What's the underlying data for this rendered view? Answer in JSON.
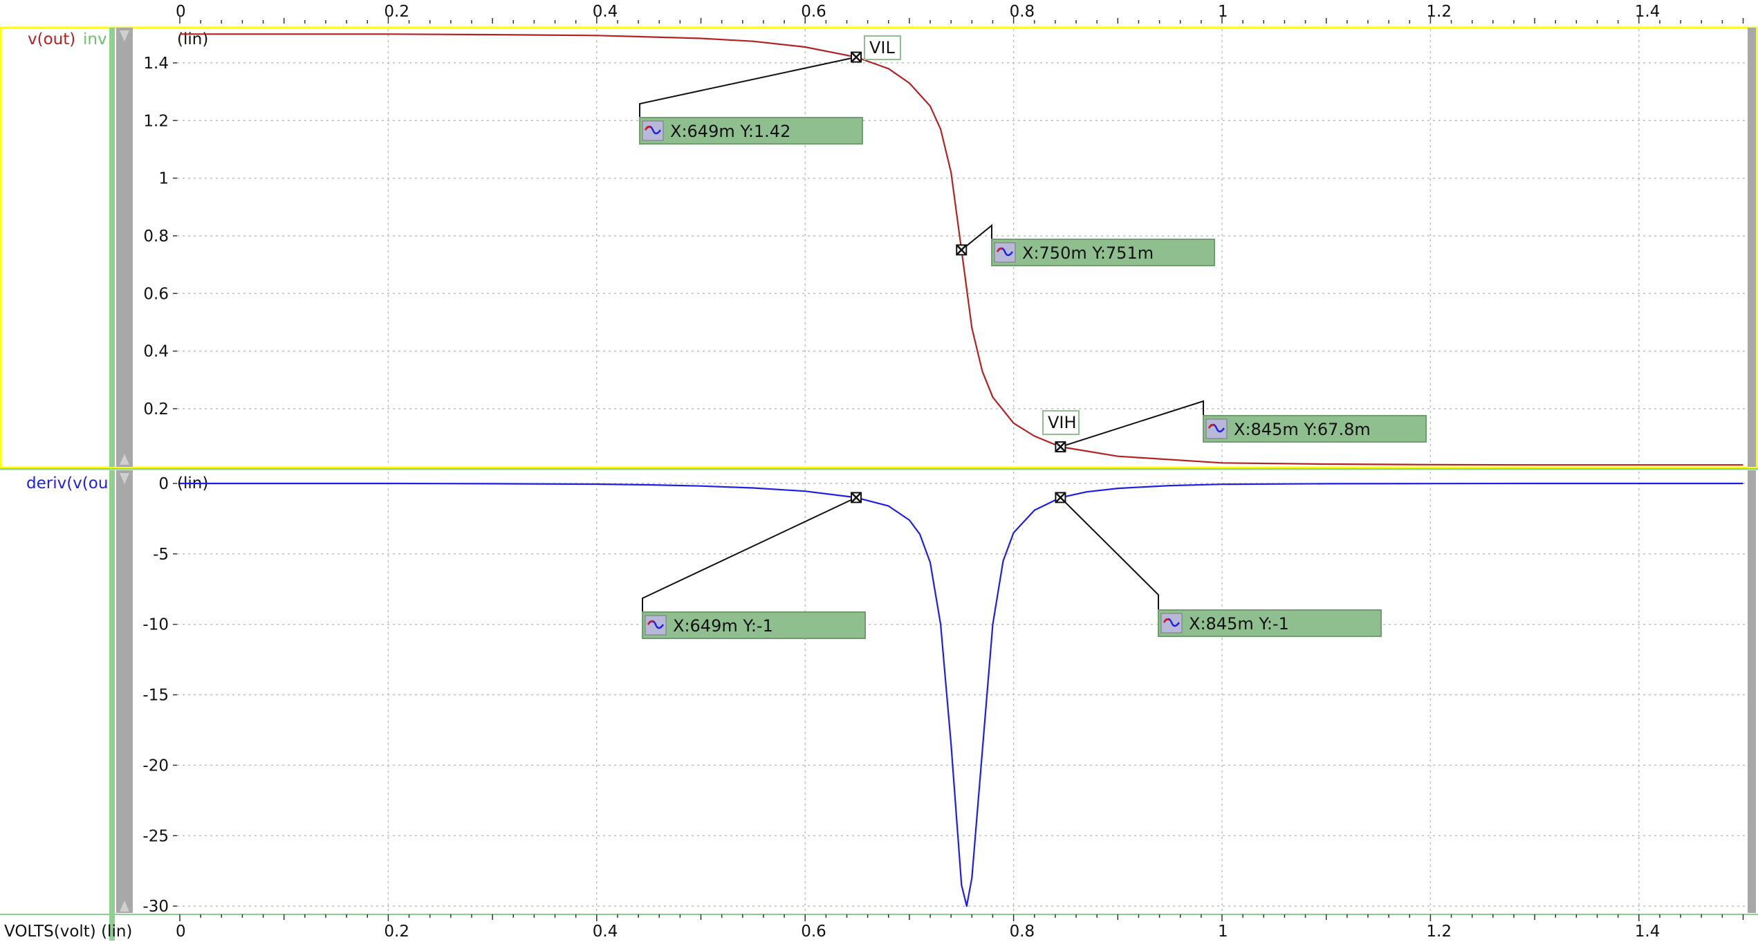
{
  "colors": {
    "top_trace": "#b22222",
    "bottom_trace": "#1e1ee6",
    "marker_box": "#8fbf8f",
    "panel_border_active": "#ffff00",
    "panel_border": "#8fcf8f",
    "handle": "#9e9e9e"
  },
  "x_axis": {
    "label": "VOLTS(volt) (lin)",
    "ticks": [
      "0",
      "0.2",
      "0.4",
      "0.6",
      "0.8",
      "1",
      "1.2",
      "1.4"
    ]
  },
  "panels": {
    "top": {
      "legend_1": "v(out)",
      "legend_2": "inv",
      "scale": "(lin)",
      "yticks": [
        "1.4",
        "1.2",
        "1",
        "0.8",
        "0.6",
        "0.4",
        "0.2"
      ],
      "markers": [
        {
          "tag": "VIL",
          "label": "X:649m Y:1.42"
        },
        {
          "tag": "",
          "label": "X:750m Y:751m"
        },
        {
          "tag": "VIH",
          "label": "X:845m Y:67.8m"
        }
      ]
    },
    "bottom": {
      "legend_1": "deriv(v(ou",
      "scale": "(lin)",
      "yticks": [
        "0",
        "-5",
        "-10",
        "-15",
        "-20",
        "-25",
        "-30"
      ],
      "markers": [
        {
          "label": "X:649m Y:-1"
        },
        {
          "label": "X:845m Y:-1"
        }
      ]
    }
  },
  "chart_data": [
    {
      "type": "line",
      "title": "",
      "xlabel": "VOLTS(volt) (lin)",
      "ylabel": "",
      "xlim": [
        0,
        1.5
      ],
      "ylim": [
        0,
        1.52
      ],
      "grid": true,
      "series": [
        {
          "name": "v(out)",
          "x": [
            0,
            0.1,
            0.2,
            0.3,
            0.4,
            0.5,
            0.55,
            0.6,
            0.649,
            0.68,
            0.7,
            0.72,
            0.73,
            0.74,
            0.75,
            0.76,
            0.77,
            0.78,
            0.8,
            0.82,
            0.845,
            0.9,
            1.0,
            1.1,
            1.2,
            1.3,
            1.4,
            1.5
          ],
          "y": [
            1.5,
            1.5,
            1.5,
            1.498,
            1.495,
            1.485,
            1.475,
            1.455,
            1.42,
            1.38,
            1.33,
            1.25,
            1.17,
            1.02,
            0.751,
            0.48,
            0.33,
            0.24,
            0.15,
            0.105,
            0.0678,
            0.035,
            0.012,
            0.008,
            0.006,
            0.005,
            0.005,
            0.005
          ]
        }
      ],
      "markers": [
        {
          "x": 0.649,
          "y": 1.42
        },
        {
          "x": 0.75,
          "y": 0.751
        },
        {
          "x": 0.845,
          "y": 0.0678
        }
      ]
    },
    {
      "type": "line",
      "title": "",
      "xlabel": "VOLTS(volt) (lin)",
      "ylabel": "",
      "xlim": [
        0,
        1.5
      ],
      "ylim": [
        -30.3,
        0.4
      ],
      "grid": true,
      "series": [
        {
          "name": "deriv(v(ou",
          "x": [
            0,
            0.1,
            0.2,
            0.3,
            0.4,
            0.45,
            0.5,
            0.55,
            0.6,
            0.649,
            0.68,
            0.7,
            0.71,
            0.72,
            0.73,
            0.74,
            0.75,
            0.755,
            0.76,
            0.77,
            0.78,
            0.79,
            0.8,
            0.82,
            0.845,
            0.87,
            0.9,
            0.95,
            1.0,
            1.1,
            1.2,
            1.3,
            1.4,
            1.5
          ],
          "y": [
            0,
            0,
            0,
            -0.02,
            -0.05,
            -0.1,
            -0.18,
            -0.32,
            -0.55,
            -1.0,
            -1.6,
            -2.6,
            -3.6,
            -5.6,
            -10.0,
            -18.5,
            -28.5,
            -30.0,
            -28.0,
            -19.0,
            -10.0,
            -5.5,
            -3.5,
            -1.9,
            -1.0,
            -0.6,
            -0.35,
            -0.15,
            -0.06,
            -0.02,
            -0.01,
            0,
            0,
            0
          ]
        }
      ],
      "markers": [
        {
          "x": 0.649,
          "y": -1.0
        },
        {
          "x": 0.845,
          "y": -1.0
        }
      ]
    }
  ]
}
